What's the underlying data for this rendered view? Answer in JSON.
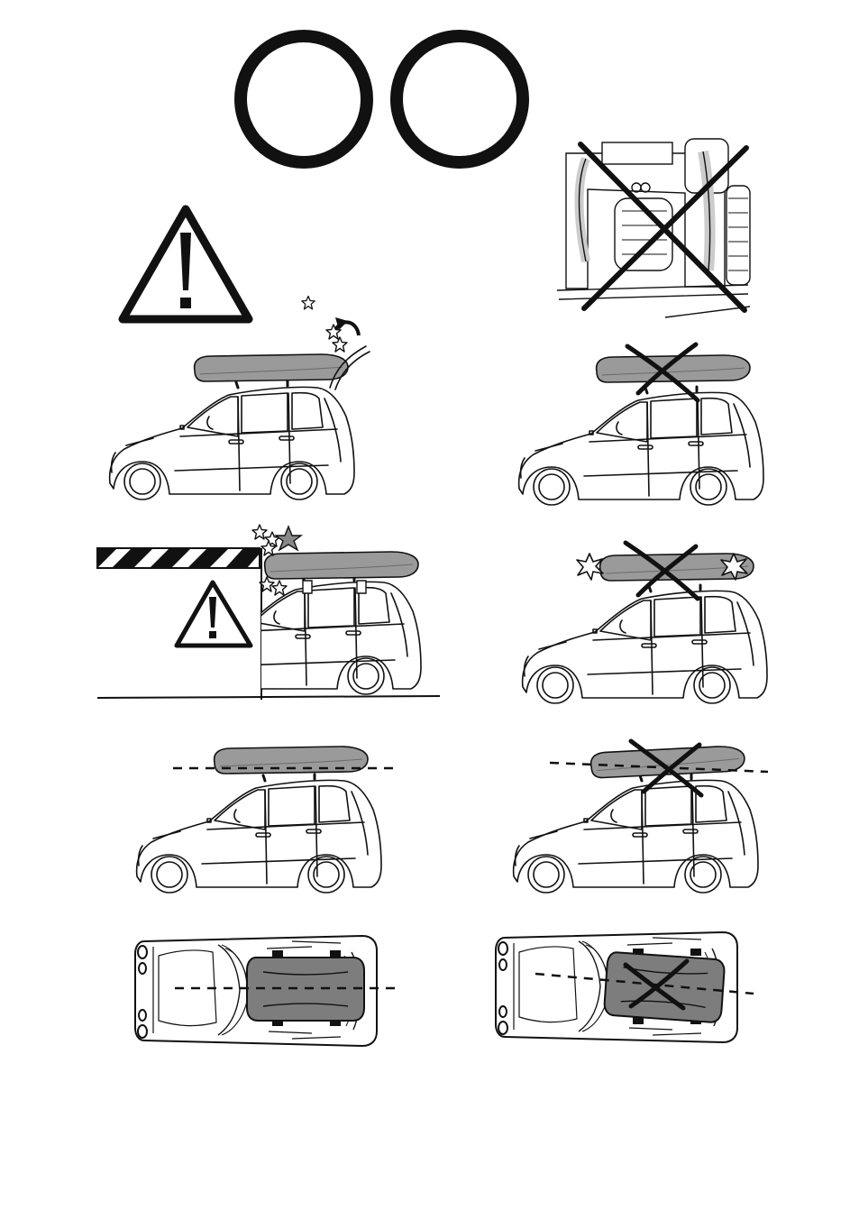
{
  "page": {
    "background": "#ffffff",
    "ink": "#111111",
    "box_fill": "#9a9a9a",
    "box_fill_top": "#7d7d7d"
  },
  "icons": {
    "rings": "two-rings-icon",
    "warning": "warning-triangle-icon",
    "car_wash": "car-wash-icon",
    "prohibited": "cross-mark-icon",
    "impact": "impact-stars-icon",
    "low_clearance": "low-clearance-barrier-icon"
  },
  "panels": [
    {
      "id": "tailgate-clearance",
      "verdict": "correct"
    },
    {
      "id": "overloaded-box",
      "verdict": "prohibited"
    },
    {
      "id": "low-clearance",
      "verdict": "warning"
    },
    {
      "id": "box-overhang",
      "verdict": "prohibited"
    },
    {
      "id": "level-side",
      "verdict": "correct"
    },
    {
      "id": "tilted-side",
      "verdict": "prohibited"
    },
    {
      "id": "centered-top",
      "verdict": "correct"
    },
    {
      "id": "skewed-top",
      "verdict": "prohibited"
    }
  ]
}
